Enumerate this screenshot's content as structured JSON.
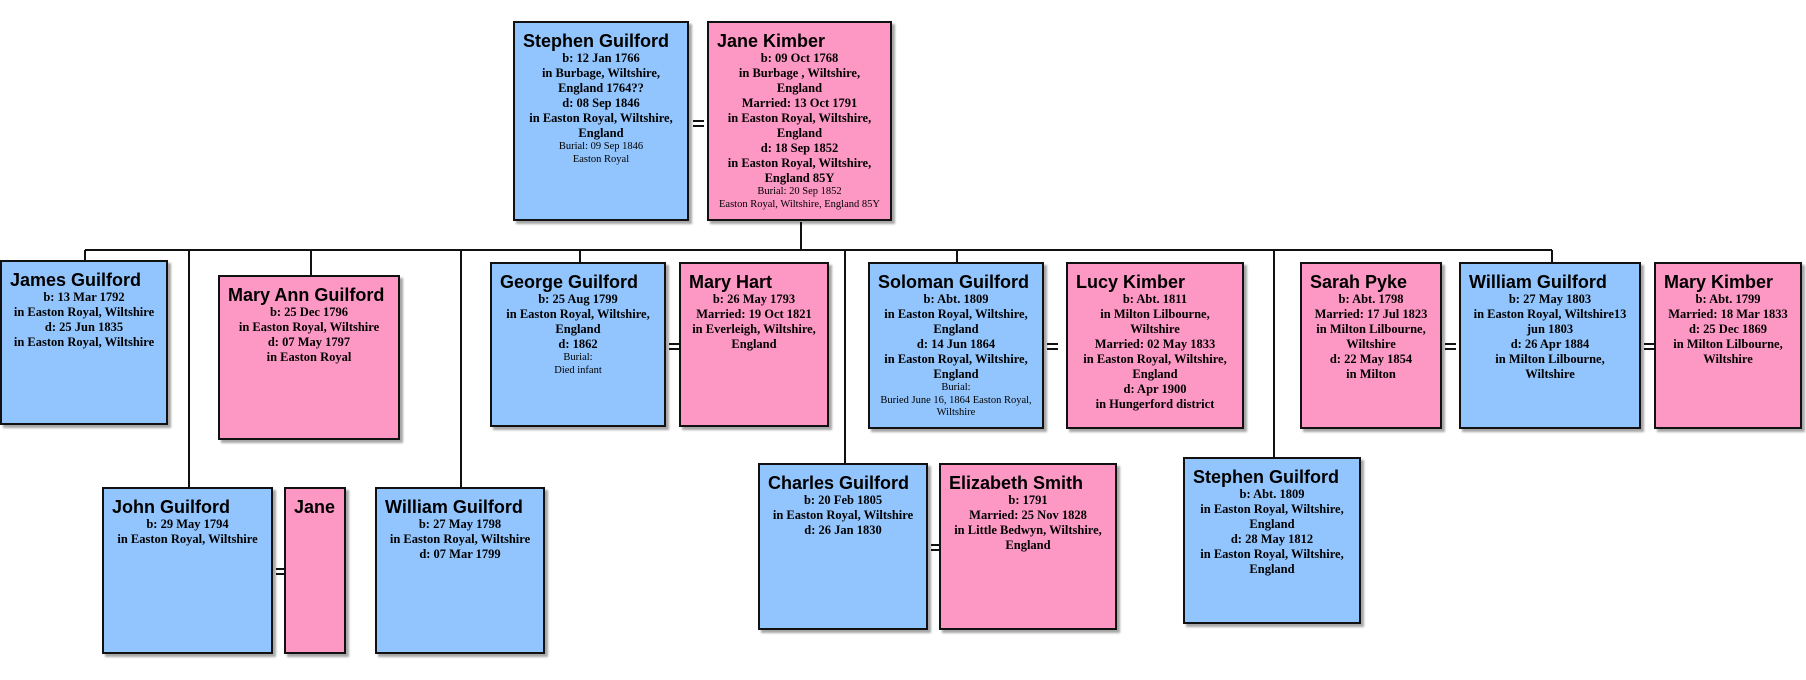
{
  "colors": {
    "male": "#92c5fd",
    "female": "#fd98c4",
    "line": "#111111"
  },
  "people": {
    "stephen_sr": {
      "name": "Stephen Guilford",
      "lines": [
        "b: 12 Jan 1766",
        "in Burbage, Wiltshire,",
        "England  1764??",
        "d: 08 Sep 1846",
        "in Easton  Royal, Wiltshire,",
        "England"
      ],
      "small": [
        "Burial: 09 Sep 1846",
        "Easton Royal"
      ]
    },
    "jane_kimber": {
      "name": "Jane Kimber",
      "lines": [
        "b: 09 Oct 1768",
        "in Burbage , Wiltshire,",
        "England",
        "Married: 13 Oct 1791",
        "in Easton  Royal, Wiltshire,",
        "England",
        "d: 18 Sep 1852",
        "in Easton  Royal, Wiltshire,",
        "England 85Y"
      ],
      "small": [
        "Burial: 20 Sep 1852",
        "Easton  Royal, Wiltshire, England 85Y"
      ]
    },
    "james": {
      "name": "James Guilford",
      "lines": [
        "b: 13 Mar 1792",
        "in Easton Royal, Wiltshire",
        "d: 25 Jun 1835",
        "in Easton Royal, Wiltshire"
      ]
    },
    "mary_ann": {
      "name": "Mary Ann Guilford",
      "lines": [
        "b: 25 Dec 1796",
        "in Easton Royal, Wiltshire",
        "d: 07 May 1797",
        "in Easton Royal"
      ]
    },
    "george": {
      "name": "George Guilford",
      "lines": [
        "b: 25 Aug 1799",
        "in Easton  Royal, Wiltshire,",
        "England",
        "d: 1862"
      ],
      "small": [
        "Burial:",
        "Died infant"
      ]
    },
    "mary_hart": {
      "name": "Mary Hart",
      "lines": [
        "b: 26 May 1793",
        "Married: 19 Oct 1821",
        "in Everleigh, Wiltshire,",
        "England"
      ]
    },
    "soloman": {
      "name": "Soloman Guilford",
      "lines": [
        "b: Abt. 1809",
        "in Easton  Royal, Wiltshire,",
        "England",
        "d: 14 Jun 1864",
        "in Easton  Royal, Wiltshire,",
        "England"
      ],
      "small": [
        "Burial:",
        "Buried June 16, 1864 Easton Royal,",
        "Wiltshire"
      ]
    },
    "lucy": {
      "name": "Lucy Kimber",
      "lines": [
        "b: Abt. 1811",
        "in Milton Lilbourne,",
        "Wiltshire",
        "Married: 02 May 1833",
        "in Easton  Royal, Wiltshire,",
        "England",
        "d: Apr 1900",
        "in Hungerford district"
      ]
    },
    "sarah": {
      "name": "Sarah Pyke",
      "lines": [
        "b: Abt. 1798",
        "Married: 17 Jul 1823",
        "in Milton Lilbourne,",
        "Wiltshire",
        "d: 22 May 1854",
        "in Milton"
      ]
    },
    "william_b1803": {
      "name": "William Guilford",
      "lines": [
        "b: 27 May 1803",
        "in Easton Royal, Wiltshire13",
        "jun 1803",
        "d: 26 Apr 1884",
        "in Milton Lilbourne,",
        "Wiltshire"
      ]
    },
    "mary_kimber": {
      "name": "Mary Kimber",
      "lines": [
        "b: Abt. 1799",
        "Married: 18 Mar 1833",
        "d: 25 Dec 1869",
        "in Milton Lilbourne,",
        "Wiltshire"
      ]
    },
    "john": {
      "name": "John Guilford",
      "lines": [
        "b: 29 May 1794",
        "in Easton Royal, Wiltshire"
      ]
    },
    "jane": {
      "name": "Jane",
      "lines": []
    },
    "william_b1798": {
      "name": "William Guilford",
      "lines": [
        "b: 27 May 1798",
        "in Easton Royal, Wiltshire",
        "d: 07 Mar 1799"
      ]
    },
    "charles": {
      "name": "Charles Guilford",
      "lines": [
        "b: 20 Feb 1805",
        "in Easton Royal, Wiltshire",
        "d: 26 Jan 1830"
      ]
    },
    "elizabeth": {
      "name": "Elizabeth Smith",
      "lines": [
        "b: 1791",
        "Married: 25 Nov 1828",
        "in Little Bedwyn, Wiltshire,",
        "England"
      ]
    },
    "stephen_jr": {
      "name": "Stephen Guilford",
      "lines": [
        "b: Abt. 1809",
        "in Easton  Royal, Wiltshire,",
        "England",
        "d: 28 May 1812",
        "in Easton  Royal, Wiltshire,",
        "England"
      ]
    }
  }
}
